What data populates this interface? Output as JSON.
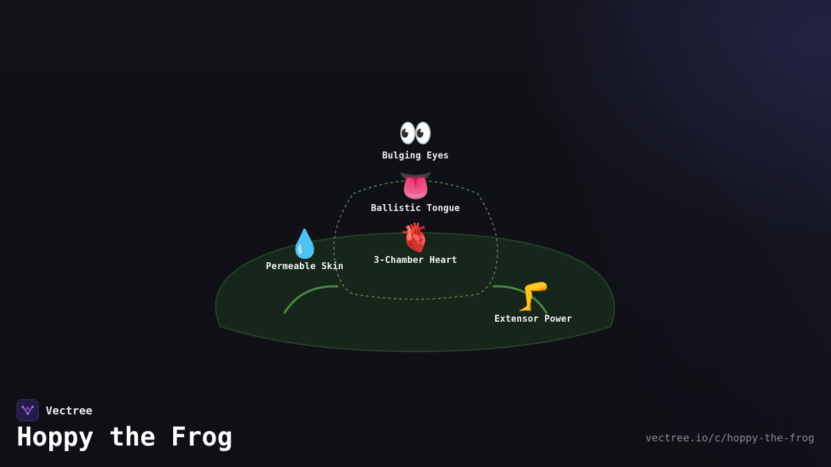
{
  "brand": {
    "name": "Vectree",
    "logo_icon": "branching-tree-icon"
  },
  "title": "Hoppy the Frog",
  "url": "vectree.io/c/hoppy-the-frog",
  "colors": {
    "background": "#111118",
    "body_fill": "#17261a",
    "body_stroke": "#24402a",
    "accent_green": "#4a8c44",
    "dashed_outline": "#5e8a56",
    "logo_accent": "#a056e0"
  },
  "diagram": {
    "nodes": [
      {
        "id": "eyes",
        "icon": "👀",
        "icon_name": "eyes-icon",
        "label": "Bulging Eyes"
      },
      {
        "id": "tongue",
        "icon": "👅",
        "icon_name": "tongue-icon",
        "label": "Ballistic Tongue"
      },
      {
        "id": "heart",
        "icon": "🫀",
        "icon_name": "anatomical-heart-icon",
        "label": "3-Chamber Heart"
      },
      {
        "id": "skin",
        "icon": "💧",
        "icon_name": "droplet-icon",
        "label": "Permeable Skin"
      },
      {
        "id": "legs",
        "icon": "🦵",
        "icon_name": "leg-icon",
        "label": "Extensor Power"
      }
    ]
  }
}
